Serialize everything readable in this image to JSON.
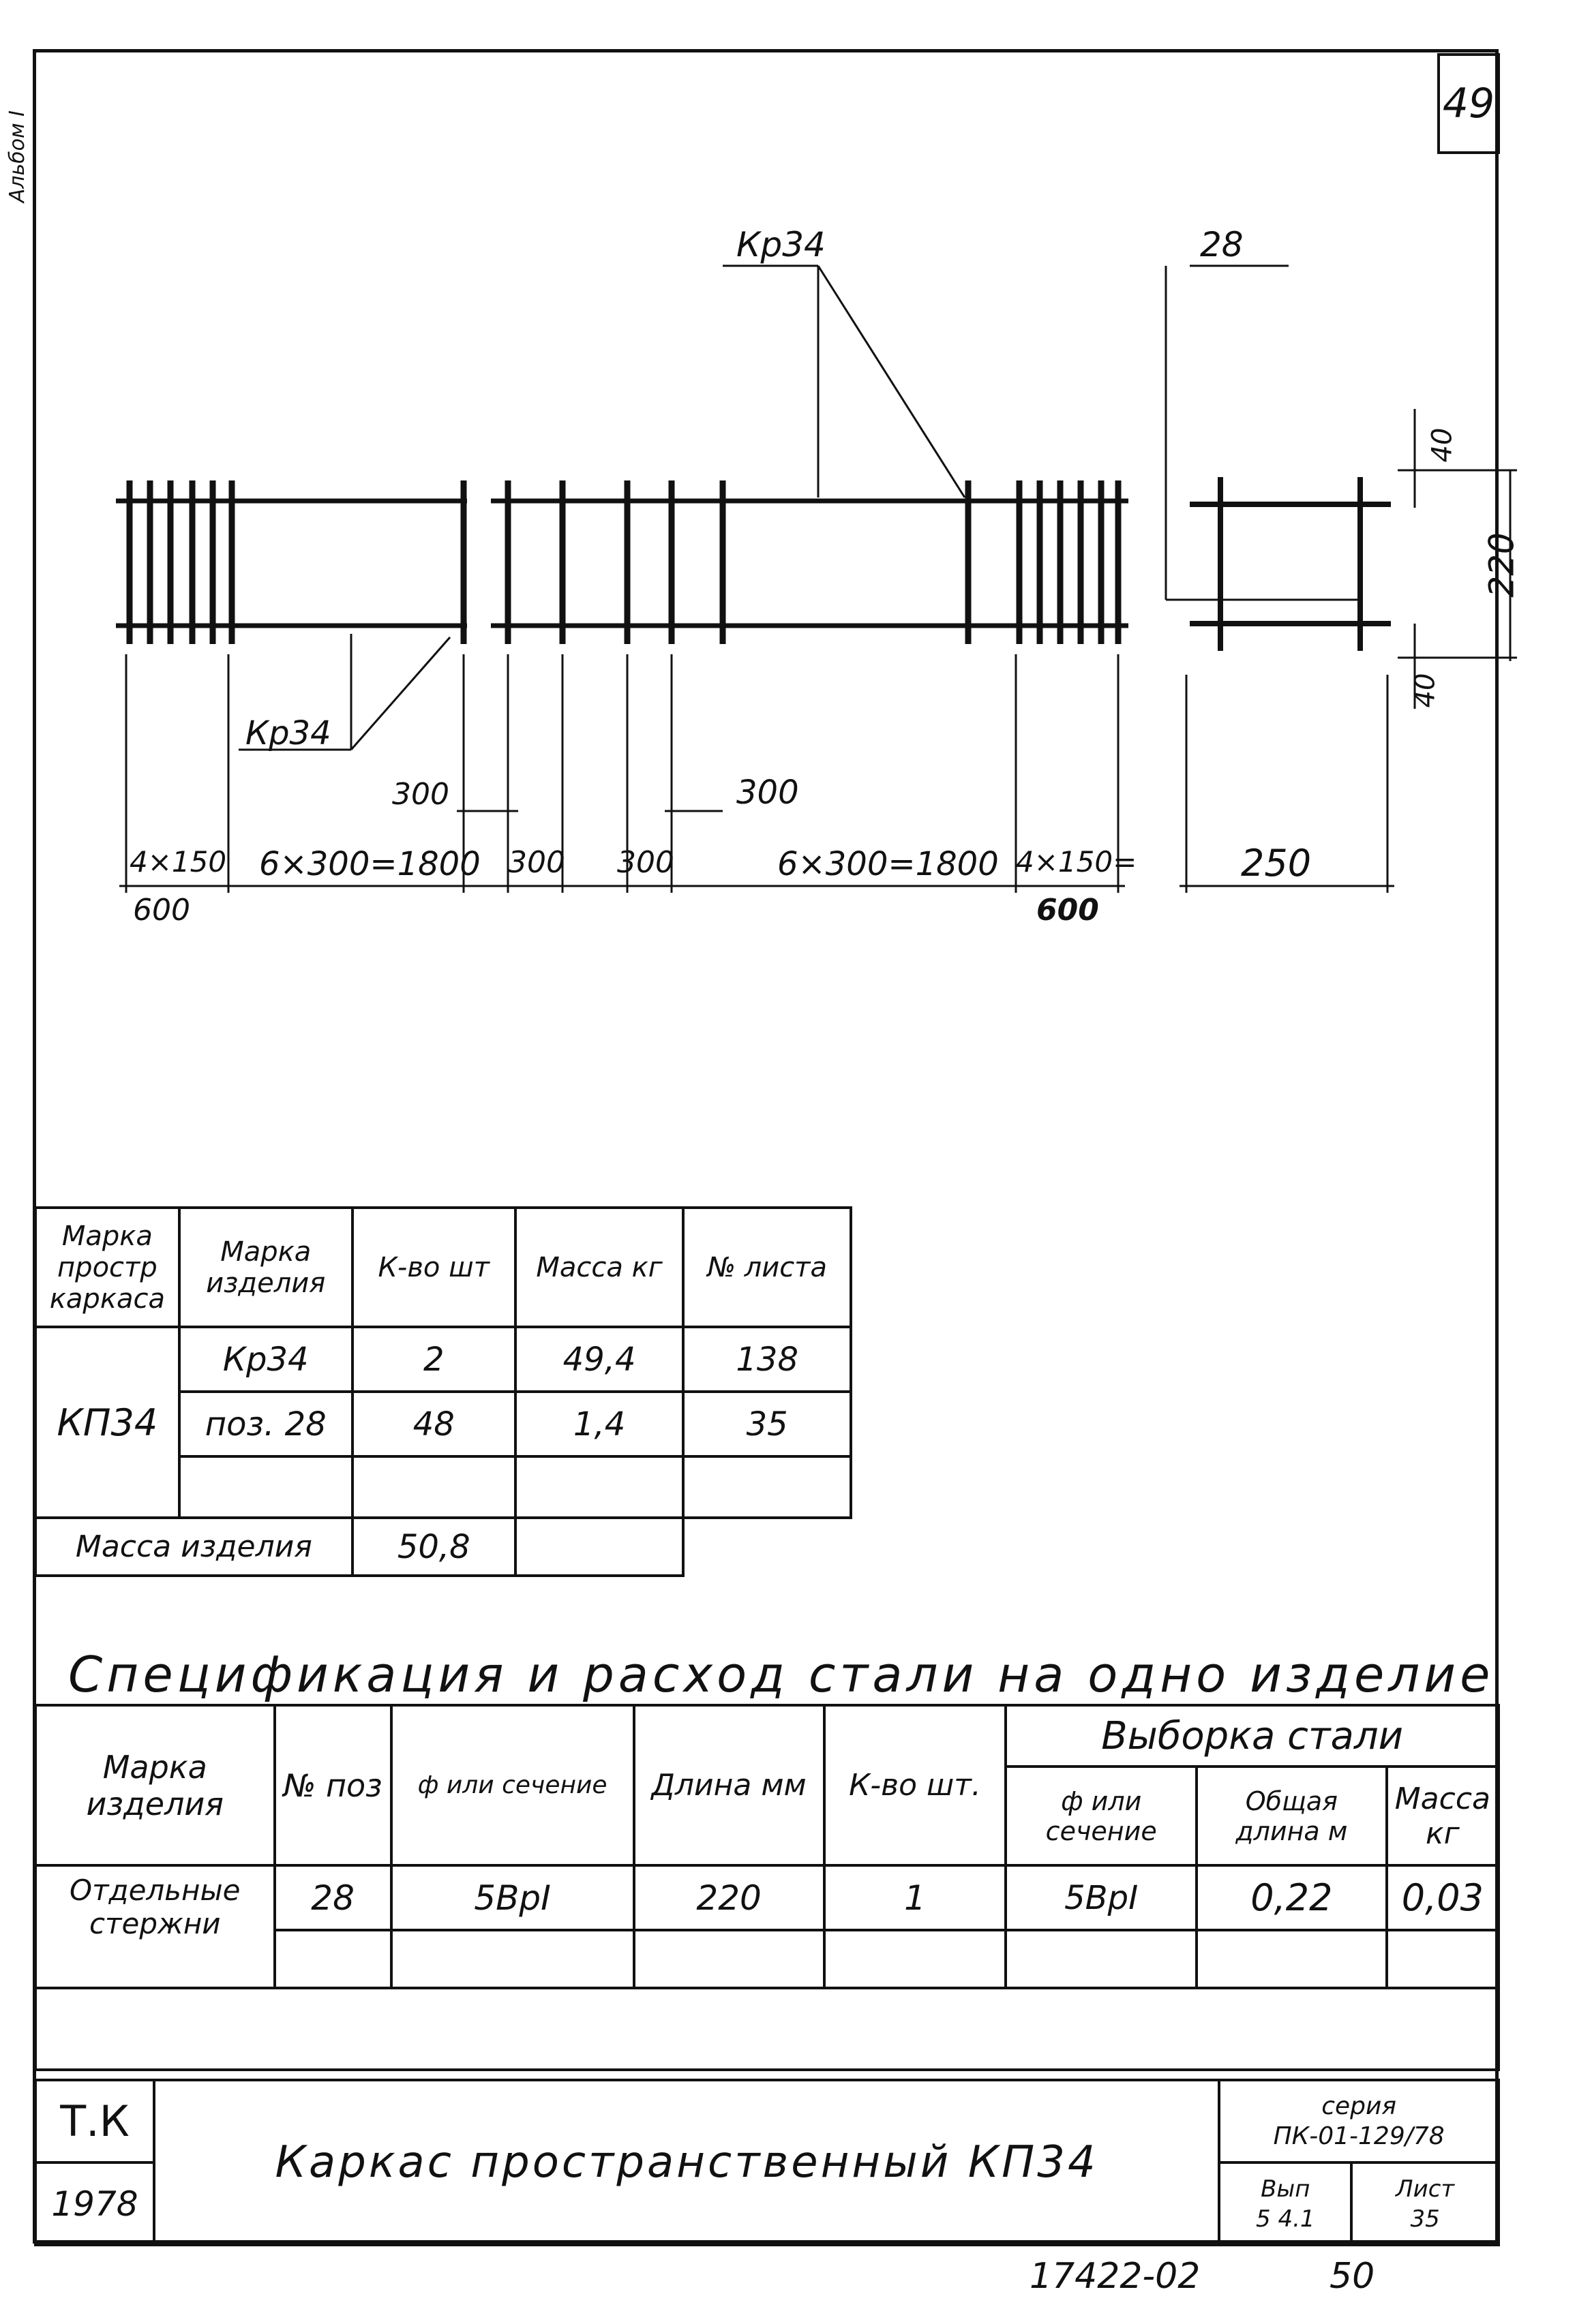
{
  "sheet_number": "49",
  "vertical_binding_text": "Альбом I",
  "drawing": {
    "label_kr34_top": "Кр34",
    "label_28": "28",
    "label_kr34_left": "Кр34",
    "dim_300_a": "300",
    "dim_300_b": "300",
    "dim_4x150_left": "4×150",
    "dim_600_left": "600",
    "dim_6x300_left": "6×300=1800",
    "dim_300_mid1": "300",
    "dim_300_mid2": "300",
    "dim_6x300_right": "6×300=1800",
    "dim_4x150_right": "4×150=",
    "dim_600_right": "600",
    "dim_250": "250",
    "dim_40_top": "40",
    "dim_220": "220",
    "dim_40_bottom": "40"
  },
  "table1": {
    "headers": [
      "Марка простр каркаса",
      "Марка изделия",
      "К-во шт",
      "Масса кг",
      "№ листа"
    ],
    "mark": "КП34",
    "rows": [
      [
        "Кр34",
        "2",
        "49,4",
        "138"
      ],
      [
        "поз. 28",
        "48",
        "1,4",
        "35"
      ],
      [
        "",
        "",
        "",
        ""
      ]
    ],
    "total_label": "Масса изделия",
    "total_value": "50,8"
  },
  "spec_title": "Спецификация и расход стали на одно изделие",
  "table2": {
    "h_mark": "Марка изделия",
    "h_pos": "№ поз",
    "h_section": "ф или сечение",
    "h_length": "Длина мм",
    "h_qty": "К-во шт.",
    "h_selection": "Выборка стали",
    "h_sel_section": "ф или сечение",
    "h_sel_total": "Общая длина м",
    "h_sel_mass": "Масса кг",
    "row": {
      "mark": "Отдельные стержни",
      "pos": "28",
      "section": "5ВрI",
      "length": "220",
      "qty": "1",
      "sel_section": "5ВрI",
      "sel_total": "0,22",
      "sel_mass": "0,03"
    }
  },
  "title_block": {
    "org": "Т.К",
    "year": "1978",
    "title": "Каркас пространственный КП34",
    "series_label": "серия",
    "series": "ПК-01-129/78",
    "issue_label": "Вып",
    "issue": "5 4.1",
    "sheet_label": "Лист",
    "sheet": "35"
  },
  "footer_number": "17422-02",
  "footer_page": "50"
}
